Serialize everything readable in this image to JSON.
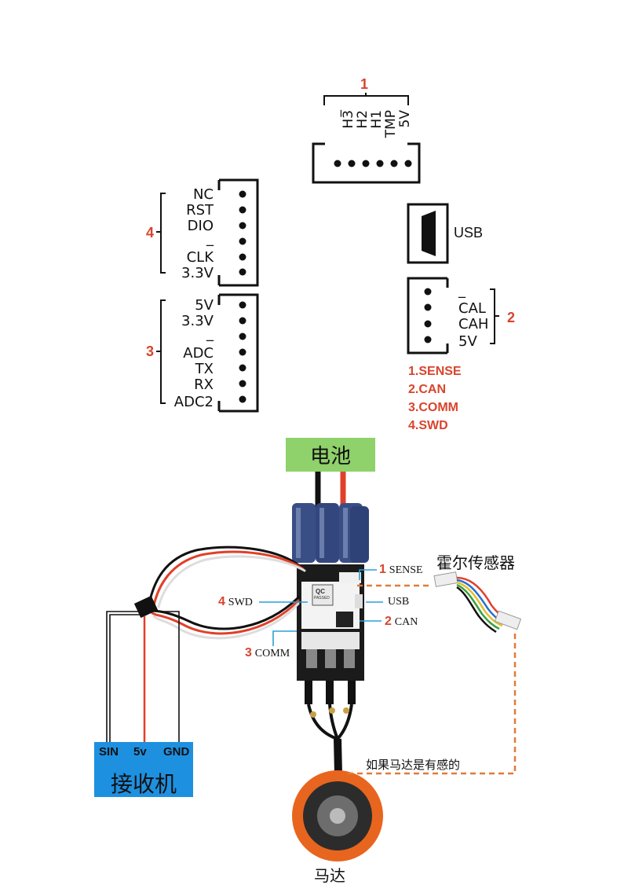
{
  "connector1": {
    "number": "1",
    "pins": [
      "5V",
      "TMP",
      "H1",
      "H2",
      "H3",
      "_"
    ]
  },
  "connector4": {
    "number": "4",
    "pins": [
      "NC",
      "RST",
      "DIO",
      "_",
      "CLK",
      "3.3V"
    ]
  },
  "connector3": {
    "number": "3",
    "pins": [
      "5V",
      "3.3V",
      "_",
      "ADC",
      "TX",
      "RX",
      "ADC2"
    ]
  },
  "usb": {
    "label": "USB"
  },
  "connector2": {
    "number": "2",
    "pins": [
      "_",
      "CAL",
      "CAH",
      "5V"
    ]
  },
  "legend": [
    "1.SENSE",
    "2.CAN",
    "3.COMM",
    "4.SWD"
  ],
  "battery": {
    "label": "电池",
    "color": "#8fd16a"
  },
  "receiver": {
    "label": "接收机",
    "pins": [
      "SIN",
      "5v",
      "GND"
    ],
    "color": "#1e90e0"
  },
  "hall_sensor": {
    "label": "霍尔传感器"
  },
  "motor": {
    "label": "马达"
  },
  "sensored_note": "如果马达是有感的",
  "board_callouts": {
    "sense": {
      "number": "1",
      "label": "SENSE"
    },
    "swd": {
      "number": "4",
      "label": "SWD"
    },
    "usb": {
      "label": "USB"
    },
    "can": {
      "number": "2",
      "label": "CAN"
    },
    "comm": {
      "number": "3",
      "label": "COMM"
    }
  },
  "board_marks": {
    "qc": "QC",
    "passed": "PASSED"
  },
  "colors": {
    "accent_red": "#d9442c",
    "callout_blue": "#2aa0d8",
    "dashed_orange": "#e07b39",
    "motor_orange": "#e8651f"
  }
}
